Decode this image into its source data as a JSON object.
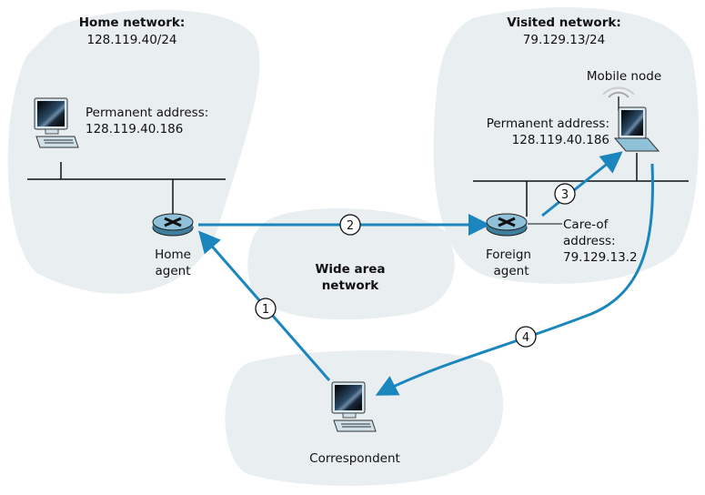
{
  "diagram": {
    "type": "network-mobility",
    "networks": {
      "home": {
        "title": "Home network:",
        "subnet": "128.119.40/24"
      },
      "visited": {
        "title": "Visited network:",
        "subnet": "79.129.13/24"
      },
      "wan": {
        "line1": "Wide area",
        "line2": "network"
      }
    },
    "home_host": {
      "label1": "Permanent address:",
      "label2": "128.119.40.186"
    },
    "mobile_node": {
      "title": "Mobile node",
      "label1": "Permanent address:",
      "label2": "128.119.40.186"
    },
    "home_agent": {
      "line1": "Home",
      "line2": "agent"
    },
    "foreign_agent": {
      "line1": "Foreign",
      "line2": "agent"
    },
    "care_of": {
      "line1": "Care-of",
      "line2": "address:",
      "line3": "79.129.13.2"
    },
    "correspondent": {
      "label": "Correspondent"
    },
    "steps": [
      "1",
      "2",
      "3",
      "4"
    ],
    "colors": {
      "cloud": "#e9eef1",
      "arrow": "#1b86bd",
      "router": "#8fc1d8"
    }
  }
}
